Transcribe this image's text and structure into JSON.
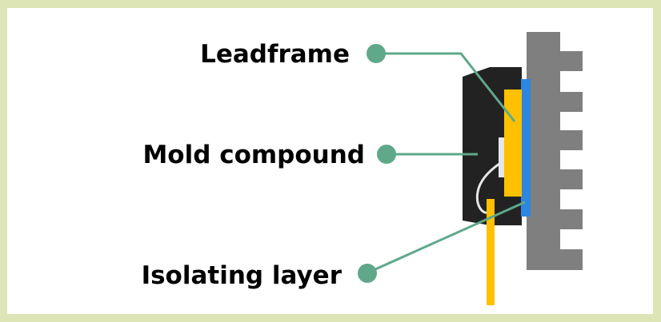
{
  "labels": {
    "leadframe": "Leadframe",
    "mold_compound": "Mold compound",
    "isolating_layer": "Isolating layer"
  },
  "colors": {
    "frame_border": "#dde5b6",
    "leader_line": "#5fa88a",
    "mold_compound": "#222222",
    "leadframe": "#ffc000",
    "isolating_layer": "#2e86de",
    "heatsink": "#7f7f7f",
    "die": "#e6e6e6",
    "bond_wire": "#e6e6e6",
    "text": "#000000"
  }
}
